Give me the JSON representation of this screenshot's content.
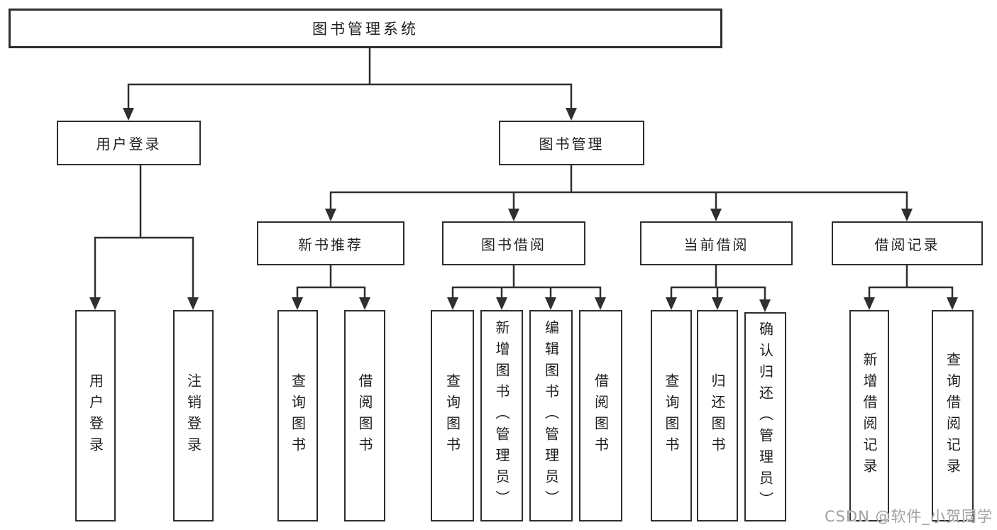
{
  "nodes": {
    "root": "图书管理系统",
    "user_login": "用户登录",
    "book_management": "图书管理",
    "new_book_recommend": "新书推荐",
    "book_borrow": "图书借阅",
    "current_borrow": "当前借阅",
    "borrow_records": "借阅记录",
    "leaf_user_login": "用户登录",
    "leaf_logout": "注销登录",
    "leaf_recommend_query_book": "查询图书",
    "leaf_recommend_borrow_book": "借阅图书",
    "leaf_borrow_query_book": "查询图书",
    "leaf_borrow_add_book": "新增图书（管理员）",
    "leaf_borrow_edit_book": "编辑图书（管理员）",
    "leaf_borrow_borrow_book": "借阅图书",
    "leaf_current_query_book": "查询图书",
    "leaf_current_return_book": "归还图书",
    "leaf_current_confirm_return": "确认归还（管理员）",
    "leaf_records_add_record": "新增借阅记录",
    "leaf_records_query_record": "查询借阅记录"
  },
  "watermark": "CSDN @软件_小贺同学",
  "colors": {
    "line": "#2f2f2f",
    "text": "#1e1e1e",
    "watermark_text": "#a0a0a0",
    "background": "#ffffff"
  }
}
